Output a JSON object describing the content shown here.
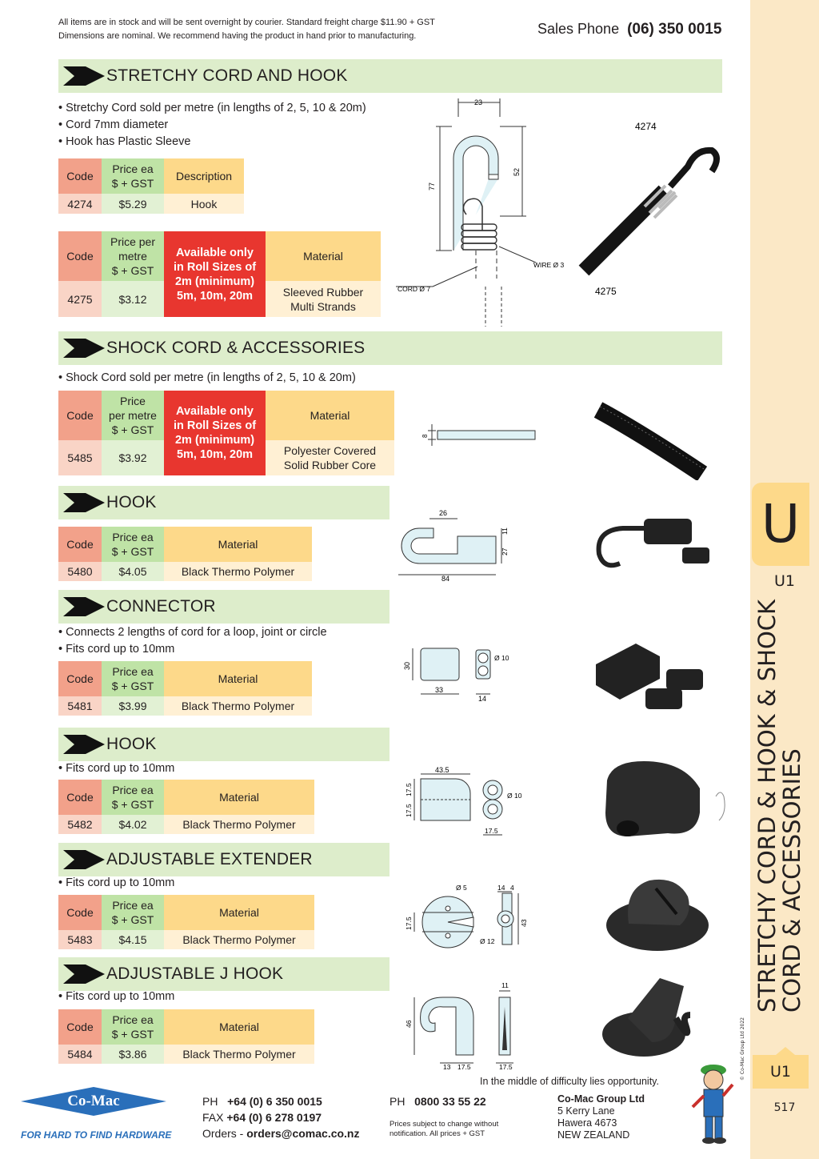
{
  "header": {
    "note_line1": "All items are in stock and will be sent overnight by courier. Standard freight charge $11.90 + GST",
    "note_line2": "Dimensions are nominal. We recommend having the product in hand prior to manufacturing.",
    "sales_label": "Sales Phone",
    "sales_phone": "(06) 350 0015"
  },
  "sections": {
    "stretchy": {
      "title": "STRETCHY CORD AND HOOK",
      "bullets": [
        "• Stretchy Cord sold per metre  (in lengths of 2, 5, 10 & 20m)",
        "• Cord 7mm diameter",
        "• Hook has Plastic Sleeve"
      ],
      "t1": {
        "h_code": "Code",
        "h_price_1": "Price ea",
        "h_price_2": "$ + GST",
        "h_desc": "Description",
        "code": "4274",
        "price": "$5.29",
        "desc": "Hook"
      },
      "t2": {
        "h_code": "Code",
        "h_price_1": "Price per",
        "h_price_2": "metre",
        "h_price_3": "$ + GST",
        "avail_1": "Available only",
        "avail_2": "in Roll Sizes of",
        "avail_3": "2m (minimum)",
        "avail_4": "5m, 10m, 20m",
        "h_mat": "Material",
        "code": "4275",
        "price": "$3.12",
        "mat_1": "Sleeved Rubber",
        "mat_2": "Multi Strands"
      },
      "dims": {
        "top": "23",
        "left": "77",
        "right": "52",
        "wire": "WIRE Ø 3",
        "cord": "CORD Ø 7"
      },
      "photo_labels": {
        "hook": "4274",
        "cord": "4275"
      }
    },
    "shock": {
      "title": "SHOCK CORD & ACCESSORIES",
      "bullets": [
        "• Shock Cord sold per metre (in lengths of 2, 5, 10 & 20m)"
      ],
      "t": {
        "h_code": "Code",
        "h_price_1": "Price",
        "h_price_2": "per metre",
        "h_price_3": "$ + GST",
        "avail_1": "Available only",
        "avail_2": "in Roll Sizes of",
        "avail_3": "2m (minimum)",
        "avail_4": "5m, 10m, 20m",
        "h_mat": "Material",
        "code": "5485",
        "price": "$3.92",
        "mat_1": "Polyester Covered",
        "mat_2": "Solid Rubber Core"
      },
      "dims": {
        "d": "8"
      }
    },
    "hook1": {
      "title": "HOOK",
      "t": {
        "h_code": "Code",
        "h_price_1": "Price ea",
        "h_price_2": "$ + GST",
        "h_mat": "Material",
        "code": "5480",
        "price": "$4.05",
        "mat": "Black Thermo Polymer"
      },
      "dims": {
        "a": "26",
        "b": "11",
        "c": "27",
        "d": "84"
      }
    },
    "connector": {
      "title": "CONNECTOR",
      "bullets": [
        "• Connects 2 lengths of cord for a loop, joint or circle",
        "• Fits cord up to 10mm"
      ],
      "t": {
        "h_code": "Code",
        "h_price_1": "Price ea",
        "h_price_2": "$ + GST",
        "h_mat": "Material",
        "code": "5481",
        "price": "$3.99",
        "mat": "Black Thermo Polymer"
      },
      "dims": {
        "a": "30",
        "b": "33",
        "c": "Ø 10",
        "d": "14"
      }
    },
    "hook2": {
      "title": "HOOK",
      "bullets": [
        "• Fits cord up to 10mm"
      ],
      "t": {
        "h_code": "Code",
        "h_price_1": "Price ea",
        "h_price_2": "$ + GST",
        "h_mat": "Material",
        "code": "5482",
        "price": "$4.02",
        "mat": "Black Thermo Polymer"
      },
      "dims": {
        "a": "43.5",
        "b": "17.5",
        "c": "17.5",
        "d": "Ø 10",
        "e": "17.5"
      }
    },
    "extender": {
      "title": "ADJUSTABLE EXTENDER",
      "bullets": [
        "• Fits cord up to 10mm"
      ],
      "t": {
        "h_code": "Code",
        "h_price_1": "Price ea",
        "h_price_2": "$ + GST",
        "h_mat": "Material",
        "code": "5483",
        "price": "$4.15",
        "mat": "Black Thermo Polymer"
      },
      "dims": {
        "a": "Ø 5",
        "b": "17.5",
        "c": "14",
        "d": "4",
        "e": "43",
        "f": "Ø 12"
      }
    },
    "jhook": {
      "title": "ADJUSTABLE J HOOK",
      "bullets": [
        "• Fits cord up to 10mm"
      ],
      "t": {
        "h_code": "Code",
        "h_price_1": "Price ea",
        "h_price_2": "$ + GST",
        "h_mat": "Material",
        "code": "5484",
        "price": "$3.86",
        "mat": "Black Thermo Polymer"
      },
      "dims": {
        "a": "46",
        "b": "13",
        "c": "17.5",
        "d": "11",
        "e": "17.5"
      }
    }
  },
  "sidebar": {
    "letter": "U",
    "code_top": "U1",
    "title_1": "STRETCHY CORD & HOOK & SHOCK",
    "title_2": "CORD & ACCESSORIES",
    "copyright": "© Co-Mac Group Ltd 2022",
    "code_bottom": "U1",
    "page_number": "517"
  },
  "footer": {
    "quote": "In the middle of difficulty lies opportunity.",
    "logo_text": "Co-Mac",
    "tagline": "FOR HARD TO FIND HARDWARE",
    "ph_label": "PH",
    "ph": "+64 (0) 6 350 0015",
    "fax_label": "FAX",
    "fax": "+64 (0) 6 278 0197",
    "orders_label": "Orders -",
    "orders": "orders@comac.co.nz",
    "ph2_label": "PH",
    "ph2": "0800 33 55 22",
    "disclaimer_1": "Prices subject to change without",
    "disclaimer_2": "notification. All prices + GST",
    "company": "Co-Mac Group Ltd",
    "addr_1": "5 Kerry Lane",
    "addr_2": "Hawera 4673",
    "addr_3": "NEW ZEALAND"
  }
}
